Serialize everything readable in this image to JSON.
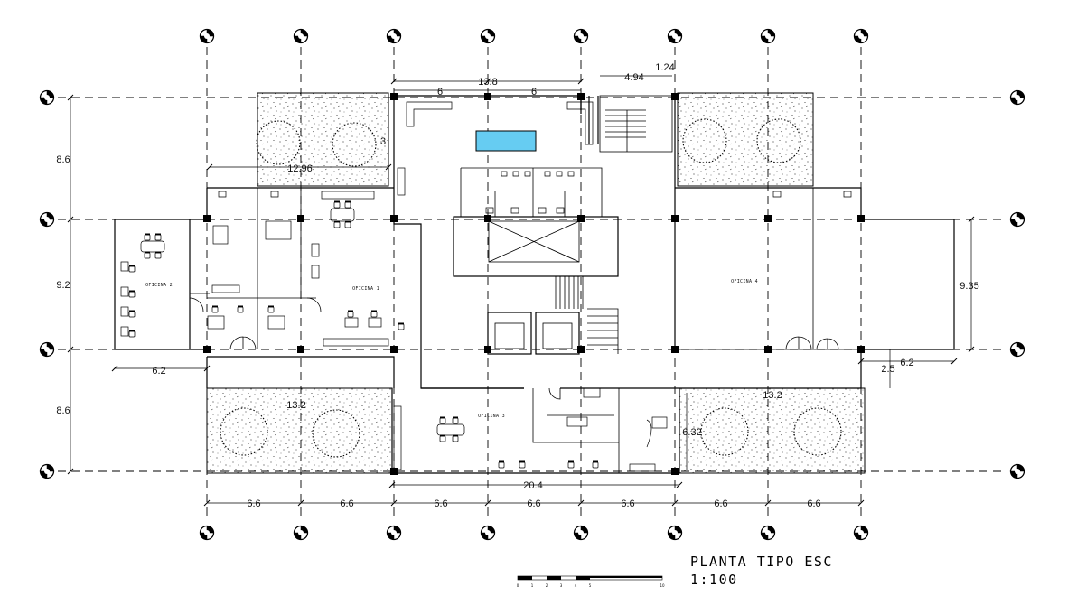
{
  "drawing": {
    "title_line1": "PLANTA TIPO ESC",
    "title_line2": "1:100",
    "scale_bar_ticks": [
      "0",
      "1",
      "2",
      "3",
      "4",
      "5",
      "10"
    ]
  },
  "rooms": {
    "oficina_1": "OFICINA 1",
    "oficina_2": "OFICINA 2",
    "oficina_3": "OFICINA 3",
    "oficina_4": "OFICINA 4"
  },
  "dimensions": {
    "left_upper": "8.6",
    "left_middle": "9.2",
    "left_lower": "8.6",
    "top_total": "13.8",
    "top_half_left": "6",
    "top_half_right": "6",
    "stair_width": "4.94",
    "stair_gap": "1.24",
    "garden_top_left_width": "12.96",
    "garden_top_left_height": "3",
    "oficina2_width": "6.2",
    "garden_bottom_left": "13.2",
    "garden_bottom_right": "13.2",
    "garden_bottom_right_height": "6.32",
    "right_wing_height": "9.35",
    "right_wing_width": "6.2",
    "right_offset": "2.5",
    "bottom_center_total": "20.4",
    "bottom_bays": [
      "6.6",
      "6.6",
      "6.6",
      "6.6",
      "6.6",
      "6.6",
      "6.6"
    ]
  },
  "colors": {
    "ink": "#000000",
    "glass": "#66ccf2",
    "paper": "#ffffff"
  },
  "icons": {
    "axis_marker": "grid-axis-bubble-icon",
    "tree": "tree-canopy-icon"
  }
}
